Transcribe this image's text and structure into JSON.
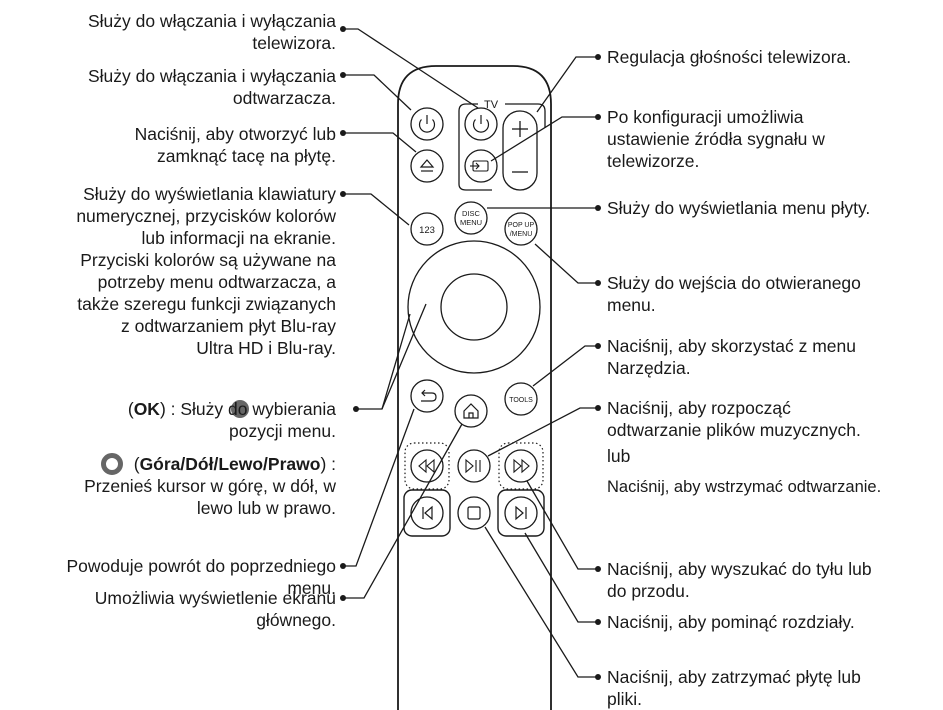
{
  "remote": {
    "tv_label": "TV",
    "btn_123": "123",
    "btn_disc_1": "DISC",
    "btn_disc_2": "MENU",
    "btn_popup_1": "POP UP",
    "btn_popup_2": "/MENU",
    "btn_tools": "TOOLS"
  },
  "left": {
    "tv_power": [
      "Służy do włączania i wyłączania",
      "telewizora."
    ],
    "player_power": [
      "Służy do włączania i wyłączania",
      "odtwarzacza."
    ],
    "eject": [
      "Naciśnij, aby otworzyć lub",
      "zamknąć tacę na płytę."
    ],
    "numeric": [
      "Służy do wyświetlania klawiatury",
      "numerycznej, przycisków kolorów",
      "lub informacji na ekranie.",
      "Przyciski kolorów są używane na",
      "potrzeby menu odtwarzacza, a",
      "także szeregu funkcji związanych",
      "z odtwarzaniem płyt Blu-ray",
      "Ultra HD i Blu-ray."
    ],
    "ok_bold": "OK",
    "ok_text": " : Służy do wybierania",
    "ok_line2": "pozycji menu.",
    "dir_bold": "Góra/Dół/Lewo/Prawo",
    "dir_text": " :",
    "dir_lines": [
      "Przenieś kursor w górę, w dół, w",
      "lewo lub w prawo."
    ],
    "back": [
      "Powoduje powrót do poprzedniego",
      "menu."
    ],
    "home": [
      "Umożliwia wyświetlenie ekranu",
      "głównego."
    ]
  },
  "right": {
    "volume": [
      "Regulacja głośności telewizora."
    ],
    "source": [
      "Po konfiguracji umożliwia",
      "ustawienie źródła sygnału w",
      "telewizorze."
    ],
    "disc_menu": [
      "Służy do wyświetlania menu płyty."
    ],
    "popup": [
      "Służy do wejścia do otwieranego",
      "menu."
    ],
    "tools": [
      "Naciśnij, aby skorzystać z menu",
      "Narzędzia."
    ],
    "play": [
      "Naciśnij, aby rozpocząć",
      "odtwarzanie plików muzycznych."
    ],
    "play_or": "lub",
    "pause": "Naciśnij, aby wstrzymać odtwarzanie.",
    "search": [
      "Naciśnij, aby wyszukać do tyłu lub",
      "do przodu."
    ],
    "skip": [
      "Naciśnij, aby pominąć rozdziały."
    ],
    "stop": [
      "Naciśnij, aby zatrzymać płytę lub",
      "pliki."
    ]
  },
  "colors": {
    "ink": "#1a1a1a",
    "ok_button": "#666666",
    "nav_ring": "#666666"
  }
}
